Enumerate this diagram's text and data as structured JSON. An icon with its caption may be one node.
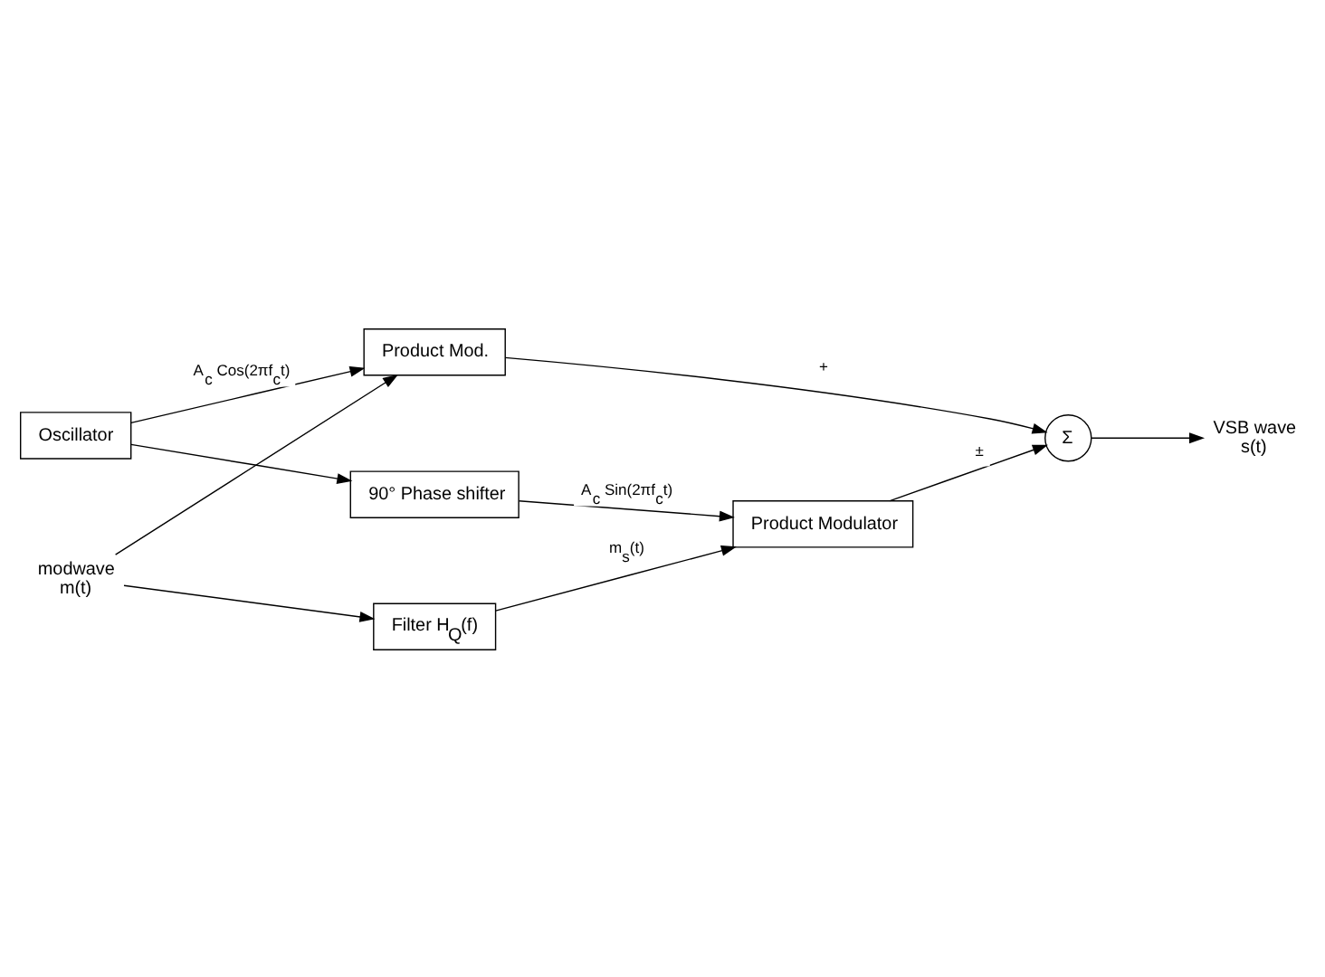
{
  "diagram": {
    "nodes": [
      {
        "text": [
          "Product Mod."
        ]
      },
      {
        "text": [
          "Oscillator"
        ]
      },
      {
        "text": [
          "Filter H$_{Q}$(f)"
        ]
      },
      {
        "text": [
          "90° Phase shifter"
        ]
      },
      {
        "text": [
          "Product Modulator"
        ]
      },
      {
        "text": [
          "Σ"
        ]
      },
      {
        "text": [
          "modwave",
          "m(t)"
        ]
      },
      {
        "text": [
          "VSB wave",
          "s(t)"
        ]
      }
    ],
    "edges": [
      {
        "from": 6,
        "to": 0,
        "arrow": "to"
      },
      {
        "from": 6,
        "to": 2,
        "arrow": "to"
      },
      {
        "from": 1,
        "to": 0,
        "arrow": "to",
        "label": "A$_{c}$ Cos(2πf$_{c}$t)"
      },
      {
        "from": 1,
        "to": 3,
        "arrow": "to"
      },
      {
        "from": 3,
        "to": 4,
        "arrow": "to",
        "label": "A$_{c}$ Sin(2πf$_{c}$t)"
      },
      {
        "from": 2,
        "to": 4,
        "arrow": "to",
        "label": "m$_{s}$(t)"
      },
      {
        "from": 0,
        "to": 5,
        "arrow": "to",
        "label": "+"
      },
      {
        "from": 4,
        "to": 5,
        "arrow": "to",
        "label": "±"
      },
      {
        "from": 5,
        "to": 7,
        "arrow": "to"
      }
    ]
  }
}
